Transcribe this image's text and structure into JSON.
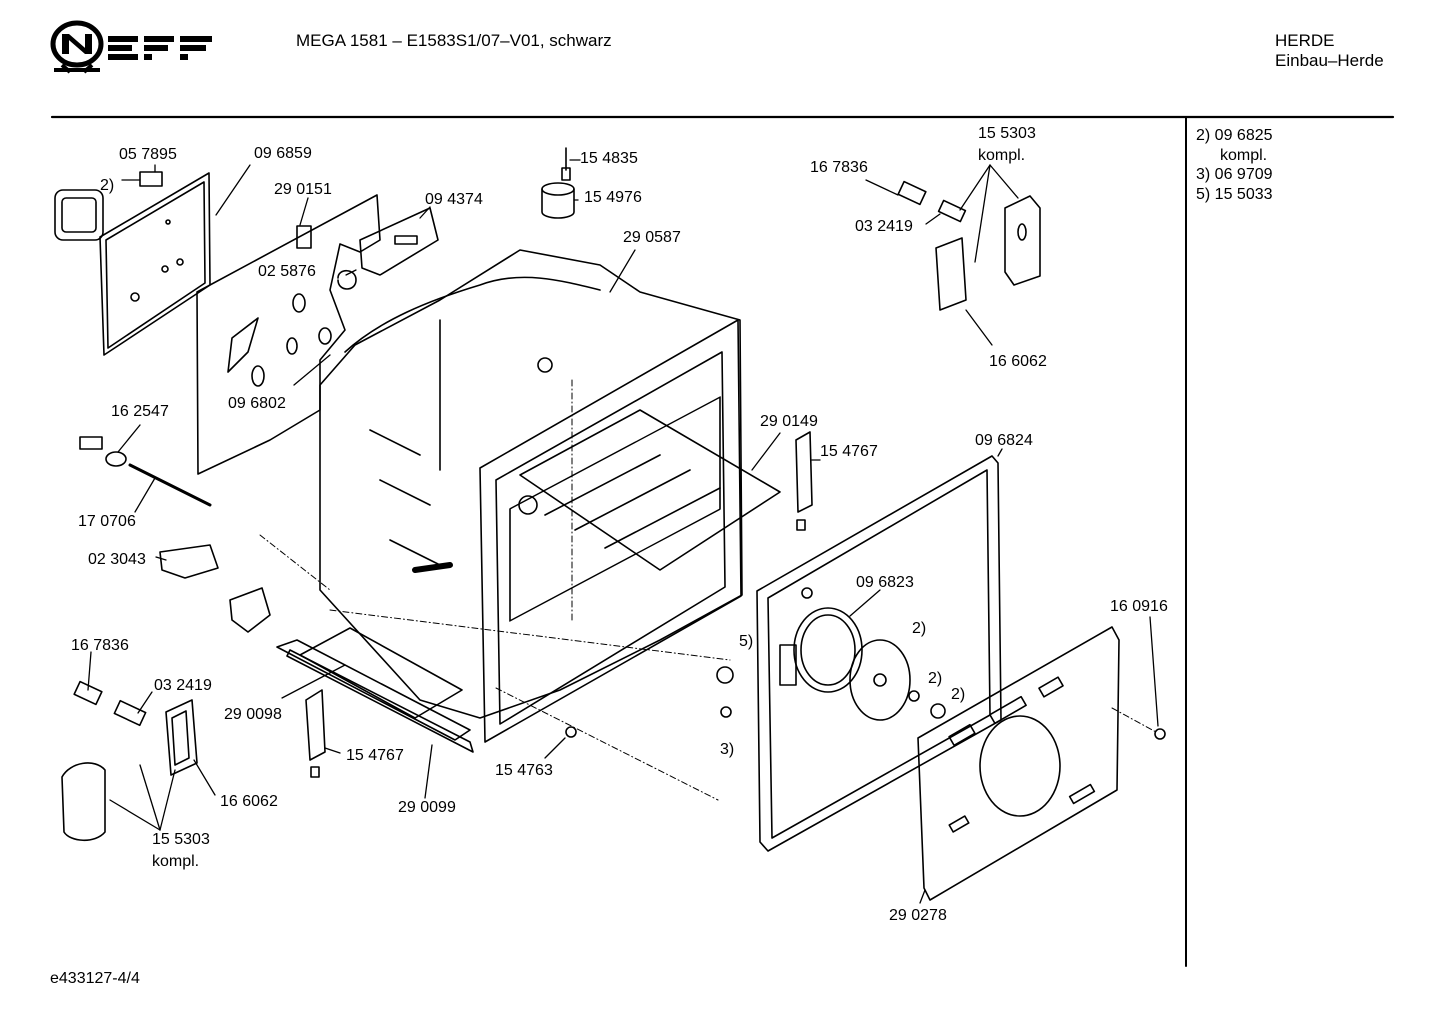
{
  "header": {
    "logo": "NEFF",
    "model": "MEGA 1581 – E1583S1/07–V01, schwarz",
    "category": "HERDE",
    "subcategory": "Einbau–Herde"
  },
  "side_notes": [
    "2) 09 6825",
    "kompl.",
    "3) 06 9709",
    "5) 15 5033"
  ],
  "footer": {
    "code": "e433127-4/4"
  },
  "parts": [
    {
      "id": "p01",
      "text": "05 7895"
    },
    {
      "id": "p02",
      "text": "2)"
    },
    {
      "id": "p03",
      "text": "09 6859"
    },
    {
      "id": "p04",
      "text": "29 0151"
    },
    {
      "id": "p05",
      "text": "09 4374"
    },
    {
      "id": "p06",
      "text": "02 5876"
    },
    {
      "id": "p07",
      "text": "15 4835"
    },
    {
      "id": "p08",
      "text": "15 4976"
    },
    {
      "id": "p09",
      "text": "29 0587"
    },
    {
      "id": "p10",
      "text": "16 7836"
    },
    {
      "id": "p11",
      "text": "15 5303"
    },
    {
      "id": "p12",
      "text": "kompl."
    },
    {
      "id": "p13",
      "text": "03 2419"
    },
    {
      "id": "p14",
      "text": "16 6062"
    },
    {
      "id": "p15",
      "text": "09 6802"
    },
    {
      "id": "p16",
      "text": "16 2547"
    },
    {
      "id": "p17",
      "text": "17 0706"
    },
    {
      "id": "p18",
      "text": "02 3043"
    },
    {
      "id": "p19",
      "text": "29 0149"
    },
    {
      "id": "p20",
      "text": "15 4767"
    },
    {
      "id": "p21",
      "text": "09 6824"
    },
    {
      "id": "p22",
      "text": "09 6823"
    },
    {
      "id": "p23",
      "text": "2)"
    },
    {
      "id": "p24",
      "text": "2)"
    },
    {
      "id": "p25",
      "text": "2)"
    },
    {
      "id": "p26",
      "text": "5)"
    },
    {
      "id": "p27",
      "text": "3)"
    },
    {
      "id": "p28",
      "text": "16 0916"
    },
    {
      "id": "p29",
      "text": "16 7836"
    },
    {
      "id": "p30",
      "text": "03 2419"
    },
    {
      "id": "p31",
      "text": "29 0098"
    },
    {
      "id": "p32",
      "text": "15 4767"
    },
    {
      "id": "p33",
      "text": "15 4763"
    },
    {
      "id": "p34",
      "text": "29 0099"
    },
    {
      "id": "p35",
      "text": "16 6062"
    },
    {
      "id": "p36",
      "text": "15 5303"
    },
    {
      "id": "p37",
      "text": "kompl."
    },
    {
      "id": "p38",
      "text": "29 0278"
    }
  ]
}
